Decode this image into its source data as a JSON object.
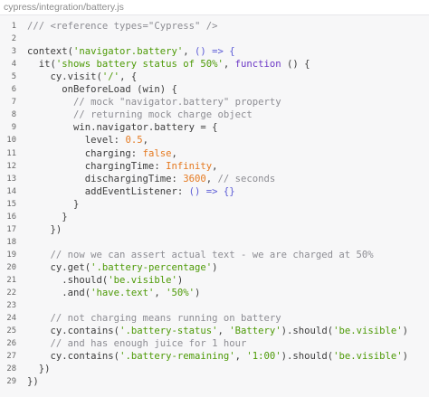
{
  "header": {
    "filename": "cypress/integration/battery.js"
  },
  "code": {
    "lines": [
      {
        "n": "1",
        "tokens": [
          {
            "t": "/// <reference types=\"Cypress\" />",
            "k": "comment"
          }
        ]
      },
      {
        "n": "2",
        "tokens": []
      },
      {
        "n": "3",
        "tokens": [
          {
            "t": "context(",
            "k": "plain"
          },
          {
            "t": "'navigator.battery'",
            "k": "string"
          },
          {
            "t": ", ",
            "k": "plain"
          },
          {
            "t": "() => {",
            "k": "punct"
          }
        ]
      },
      {
        "n": "4",
        "tokens": [
          {
            "t": "  it(",
            "k": "plain"
          },
          {
            "t": "'shows battery status of 50%'",
            "k": "string"
          },
          {
            "t": ", ",
            "k": "plain"
          },
          {
            "t": "function",
            "k": "keyword"
          },
          {
            "t": " () {",
            "k": "plain"
          }
        ]
      },
      {
        "n": "5",
        "tokens": [
          {
            "t": "    cy.visit(",
            "k": "plain"
          },
          {
            "t": "'/'",
            "k": "string"
          },
          {
            "t": ", {",
            "k": "plain"
          }
        ]
      },
      {
        "n": "6",
        "tokens": [
          {
            "t": "      onBeforeLoad (win) {",
            "k": "plain"
          }
        ]
      },
      {
        "n": "7",
        "tokens": [
          {
            "t": "        // mock \"navigator.battery\" property",
            "k": "comment"
          }
        ]
      },
      {
        "n": "8",
        "tokens": [
          {
            "t": "        // returning mock charge object",
            "k": "comment"
          }
        ]
      },
      {
        "n": "9",
        "tokens": [
          {
            "t": "        win.navigator.battery = {",
            "k": "plain"
          }
        ]
      },
      {
        "n": "10",
        "tokens": [
          {
            "t": "          level: ",
            "k": "plain"
          },
          {
            "t": "0.5",
            "k": "number"
          },
          {
            "t": ",",
            "k": "plain"
          }
        ]
      },
      {
        "n": "11",
        "tokens": [
          {
            "t": "          charging: ",
            "k": "plain"
          },
          {
            "t": "false",
            "k": "number"
          },
          {
            "t": ",",
            "k": "plain"
          }
        ]
      },
      {
        "n": "12",
        "tokens": [
          {
            "t": "          chargingTime: ",
            "k": "plain"
          },
          {
            "t": "Infinity",
            "k": "number"
          },
          {
            "t": ",",
            "k": "plain"
          }
        ]
      },
      {
        "n": "13",
        "tokens": [
          {
            "t": "          dischargingTime: ",
            "k": "plain"
          },
          {
            "t": "3600",
            "k": "number"
          },
          {
            "t": ", ",
            "k": "plain"
          },
          {
            "t": "// seconds",
            "k": "comment"
          }
        ]
      },
      {
        "n": "14",
        "tokens": [
          {
            "t": "          addEventListener: ",
            "k": "plain"
          },
          {
            "t": "() => {}",
            "k": "punct"
          }
        ]
      },
      {
        "n": "15",
        "tokens": [
          {
            "t": "        }",
            "k": "plain"
          }
        ]
      },
      {
        "n": "16",
        "tokens": [
          {
            "t": "      }",
            "k": "plain"
          }
        ]
      },
      {
        "n": "17",
        "tokens": [
          {
            "t": "    })",
            "k": "plain"
          }
        ]
      },
      {
        "n": "18",
        "tokens": []
      },
      {
        "n": "19",
        "tokens": [
          {
            "t": "    // now we can assert actual text - we are charged at 50%",
            "k": "comment"
          }
        ]
      },
      {
        "n": "20",
        "tokens": [
          {
            "t": "    cy.get(",
            "k": "plain"
          },
          {
            "t": "'.battery-percentage'",
            "k": "string"
          },
          {
            "t": ")",
            "k": "plain"
          }
        ]
      },
      {
        "n": "21",
        "tokens": [
          {
            "t": "      .should(",
            "k": "plain"
          },
          {
            "t": "'be.visible'",
            "k": "string"
          },
          {
            "t": ")",
            "k": "plain"
          }
        ]
      },
      {
        "n": "22",
        "tokens": [
          {
            "t": "      .and(",
            "k": "plain"
          },
          {
            "t": "'have.text'",
            "k": "string"
          },
          {
            "t": ", ",
            "k": "plain"
          },
          {
            "t": "'50%'",
            "k": "string"
          },
          {
            "t": ")",
            "k": "plain"
          }
        ]
      },
      {
        "n": "23",
        "tokens": []
      },
      {
        "n": "24",
        "tokens": [
          {
            "t": "    // not charging means running on battery",
            "k": "comment"
          }
        ]
      },
      {
        "n": "25",
        "tokens": [
          {
            "t": "    cy.contains(",
            "k": "plain"
          },
          {
            "t": "'.battery-status'",
            "k": "string"
          },
          {
            "t": ", ",
            "k": "plain"
          },
          {
            "t": "'Battery'",
            "k": "string"
          },
          {
            "t": ").should(",
            "k": "plain"
          },
          {
            "t": "'be.visible'",
            "k": "string"
          },
          {
            "t": ")",
            "k": "plain"
          }
        ]
      },
      {
        "n": "26",
        "tokens": [
          {
            "t": "    // and has enough juice for 1 hour",
            "k": "comment"
          }
        ]
      },
      {
        "n": "27",
        "tokens": [
          {
            "t": "    cy.contains(",
            "k": "plain"
          },
          {
            "t": "'.battery-remaining'",
            "k": "string"
          },
          {
            "t": ", ",
            "k": "plain"
          },
          {
            "t": "'1:00'",
            "k": "string"
          },
          {
            "t": ").should(",
            "k": "plain"
          },
          {
            "t": "'be.visible'",
            "k": "string"
          },
          {
            "t": ")",
            "k": "plain"
          }
        ]
      },
      {
        "n": "28",
        "tokens": [
          {
            "t": "  })",
            "k": "plain"
          }
        ]
      },
      {
        "n": "29",
        "tokens": [
          {
            "t": "})",
            "k": "plain"
          }
        ]
      }
    ]
  }
}
